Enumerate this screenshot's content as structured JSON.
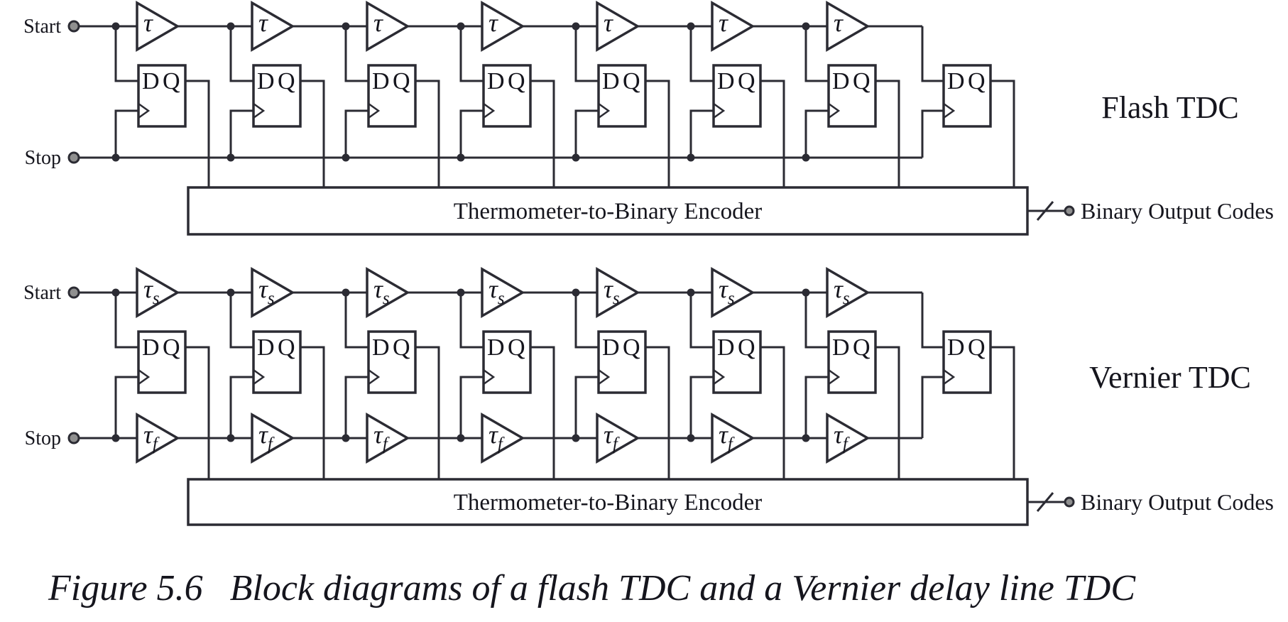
{
  "colors": {
    "line": "#2b2b33",
    "text": "#15151d",
    "terminal_fill": "#8f8f8f",
    "background": "#ffffff"
  },
  "diagrams": [
    {
      "name": "flash-tdc",
      "title": "Flash TDC",
      "start_label": "Start",
      "stop_label": "Stop",
      "dff_d": "D",
      "dff_q": "Q",
      "start_buffer": {
        "base": "τ",
        "sub": ""
      },
      "stop_buffer": null,
      "encoder_label": "Thermometer-to-Binary Encoder",
      "output_label": "Binary Output Codes",
      "flip_flop_count": 8,
      "delay_buffer_count": 7
    },
    {
      "name": "vernier-tdc",
      "title": "Vernier TDC",
      "start_label": "Start",
      "stop_label": "Stop",
      "dff_d": "D",
      "dff_q": "Q",
      "start_buffer": {
        "base": "τ",
        "sub": "s"
      },
      "stop_buffer": {
        "base": "τ",
        "sub": "f"
      },
      "encoder_label": "Thermometer-to-Binary Encoder",
      "output_label": "Binary Output Codes",
      "flip_flop_count": 8,
      "delay_buffer_count": 7
    }
  ],
  "caption": {
    "label": "Figure 5.6",
    "text": "Block diagrams of a flash TDC and a Vernier delay line TDC"
  }
}
